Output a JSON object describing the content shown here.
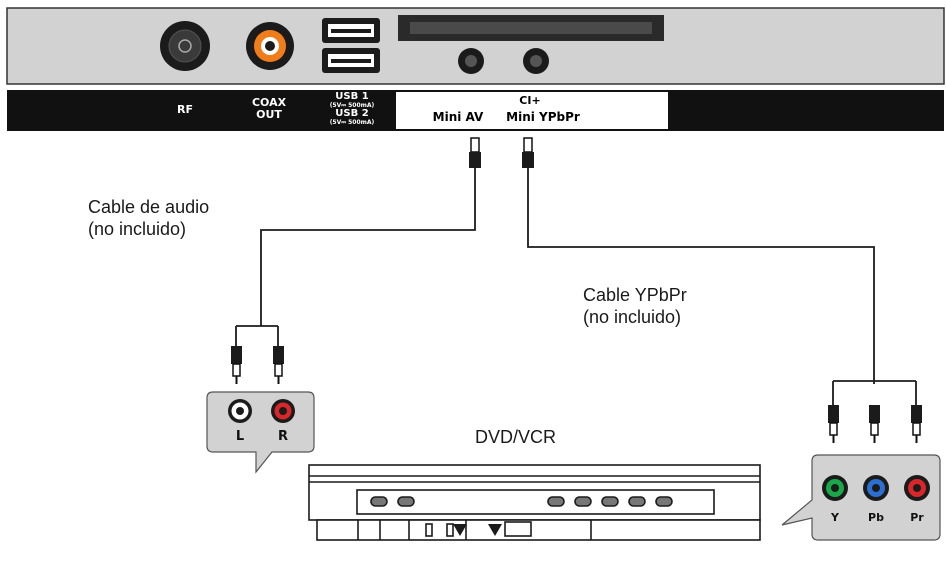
{
  "tv_panel": {
    "rf_label": "RF",
    "coax_label_line1": "COAX",
    "coax_label_line2": "OUT",
    "usb1_label": "USB 1",
    "usb1_spec": "(5V⎓ 500mA)",
    "usb2_label": "USB 2",
    "usb2_spec": "(5V⎓ 500mA)",
    "ci_label": "CI+",
    "mini_av_label": "Mini AV",
    "mini_ypbpr_label": "Mini YPbPr"
  },
  "cables": {
    "audio_line1": "Cable de audio",
    "audio_line2": "(no incluido)",
    "ypbpr_line1": "Cable YPbPr",
    "ypbpr_line2": "(no incluido)"
  },
  "audio_jacks": {
    "left": "L",
    "right": "R"
  },
  "device": {
    "name": "DVD/VCR"
  },
  "component_jacks": {
    "y": "Y",
    "pb": "Pb",
    "pr": "Pr"
  },
  "colors": {
    "panel_gray": "#d2d2d2",
    "label_strip": "#111111",
    "jack_white": "#ffffff",
    "jack_red": "#d8262b",
    "jack_green": "#1aa84a",
    "jack_blue": "#2b6fd1",
    "coax_orange": "#f07d1a"
  }
}
